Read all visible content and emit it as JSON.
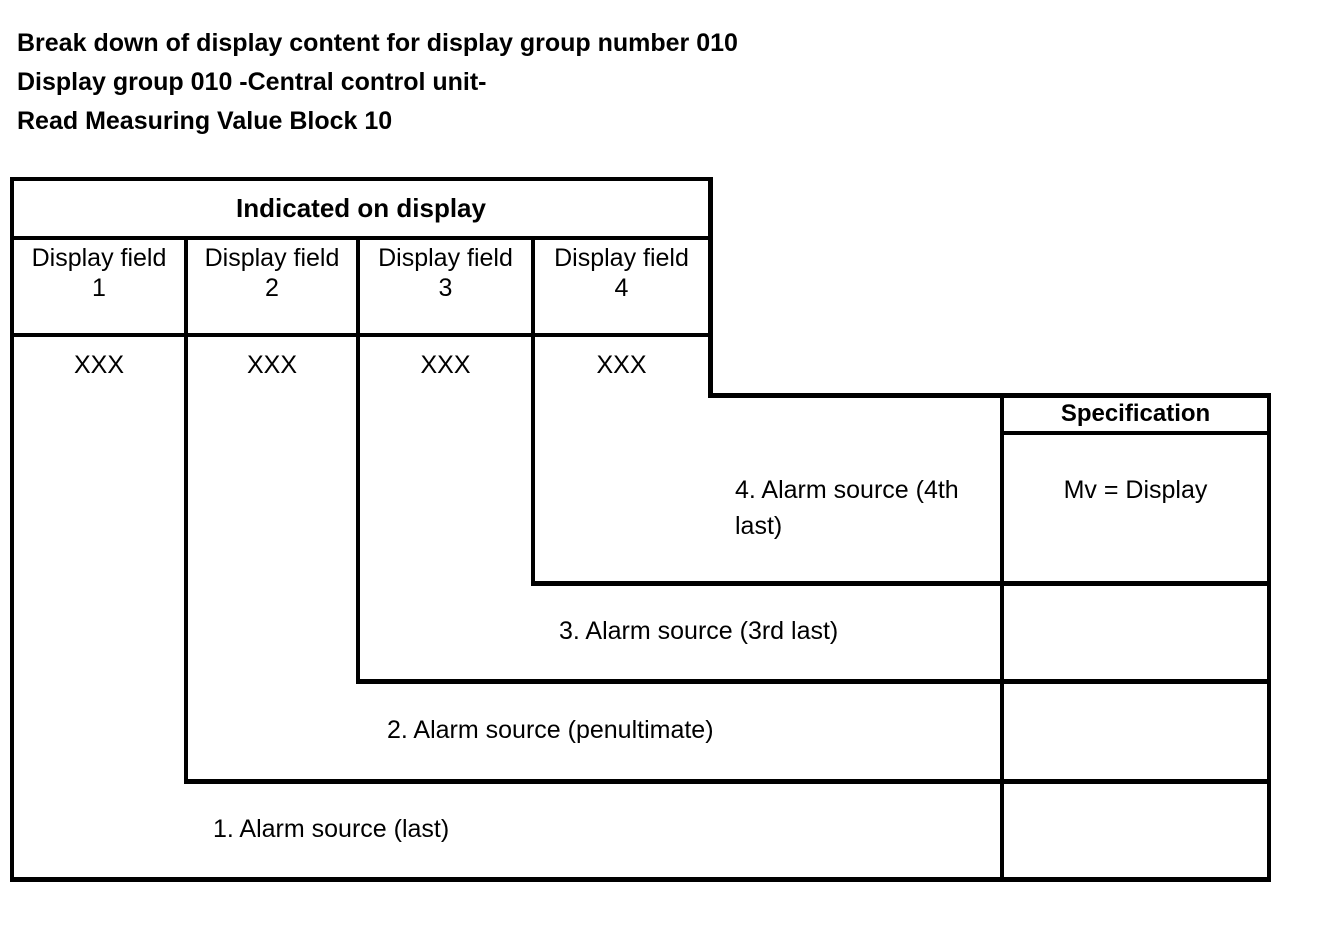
{
  "document": {
    "title_lines": [
      "Break down of display content for display group number 010",
      "Display group 010 -Central control unit-",
      "Read Measuring Value Block 10"
    ]
  },
  "table": {
    "header": "Indicated on display",
    "columns": [
      {
        "name": "Display field",
        "number": "1",
        "value": "XXX"
      },
      {
        "name": "Display field",
        "number": "2",
        "value": "XXX"
      },
      {
        "name": "Display field",
        "number": "3",
        "value": "XXX"
      },
      {
        "name": "Display field",
        "number": "4",
        "value": "XXX"
      }
    ],
    "specification_header": "Specification",
    "rows": [
      {
        "label": "4. Alarm source (4th last)",
        "specification": "Mv = Display"
      },
      {
        "label": "3. Alarm source (3rd last)",
        "specification": ""
      },
      {
        "label": "2. Alarm source (penultimate)",
        "specification": ""
      },
      {
        "label": "1. Alarm source (last)",
        "specification": ""
      }
    ]
  },
  "colors": {
    "line": "#000000",
    "text": "#000000",
    "background": "#ffffff"
  }
}
